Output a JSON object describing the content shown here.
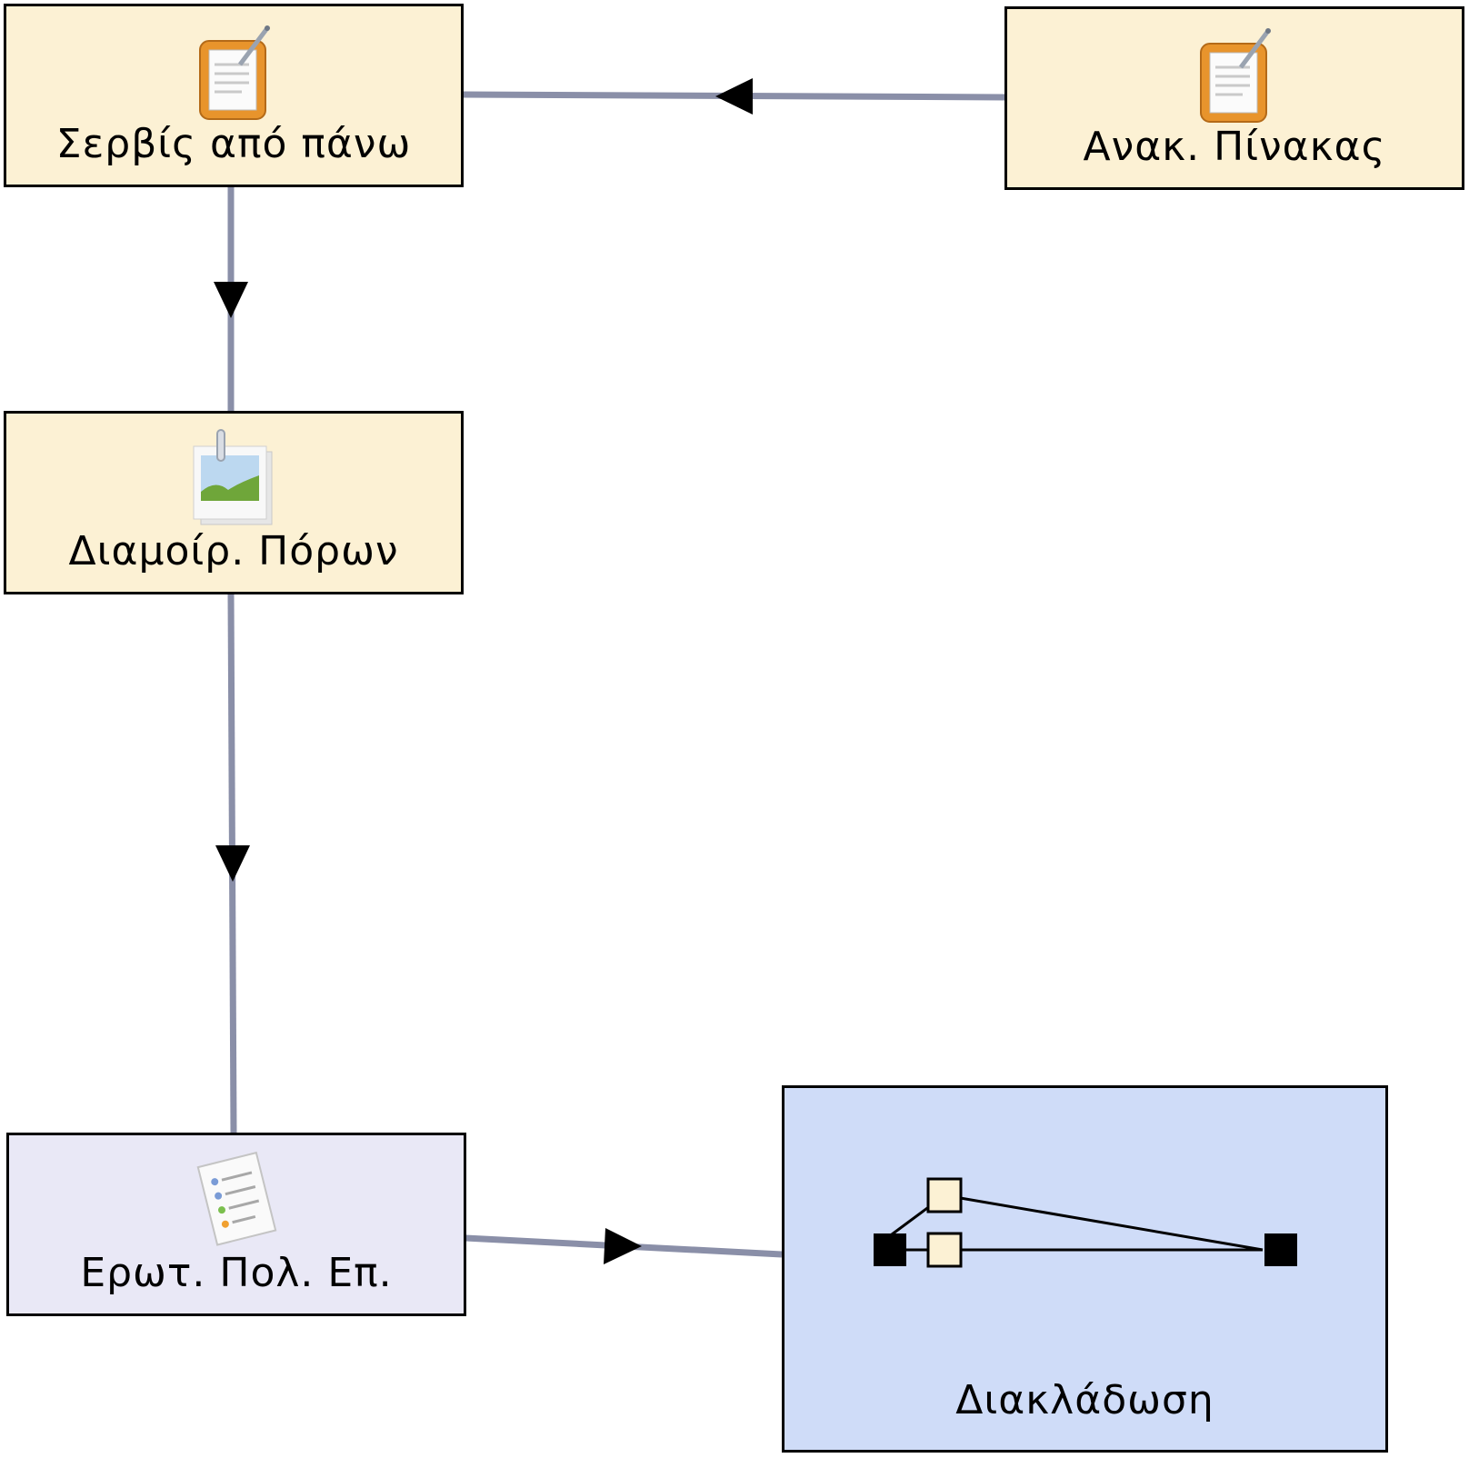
{
  "colors": {
    "task_fill": "#fcf1d4",
    "query_fill": "#e9e8f6",
    "branch_fill": "#cfdcf8",
    "connector": "#8a8fa8",
    "border": "#000000"
  },
  "nodes": {
    "service_above": {
      "label": "Σερβίς από πάνω",
      "icon": "clipboard-icon"
    },
    "table_retrieval": {
      "label": "Ανακ. Πίνακας",
      "icon": "clipboard-icon"
    },
    "resource_sharing": {
      "label": "Διαμοίρ. Πόρων",
      "icon": "picture-icon"
    },
    "multi_choice_question": {
      "label": "Ερωτ. Πολ. Επ.",
      "icon": "checklist-icon"
    },
    "branching": {
      "label": "Διακλάδωση",
      "icon": "branch-icon"
    }
  },
  "connections": [
    {
      "from": "table_retrieval",
      "to": "service_above"
    },
    {
      "from": "service_above",
      "to": "resource_sharing"
    },
    {
      "from": "resource_sharing",
      "to": "multi_choice_question"
    },
    {
      "from": "multi_choice_question",
      "to": "branching"
    }
  ]
}
